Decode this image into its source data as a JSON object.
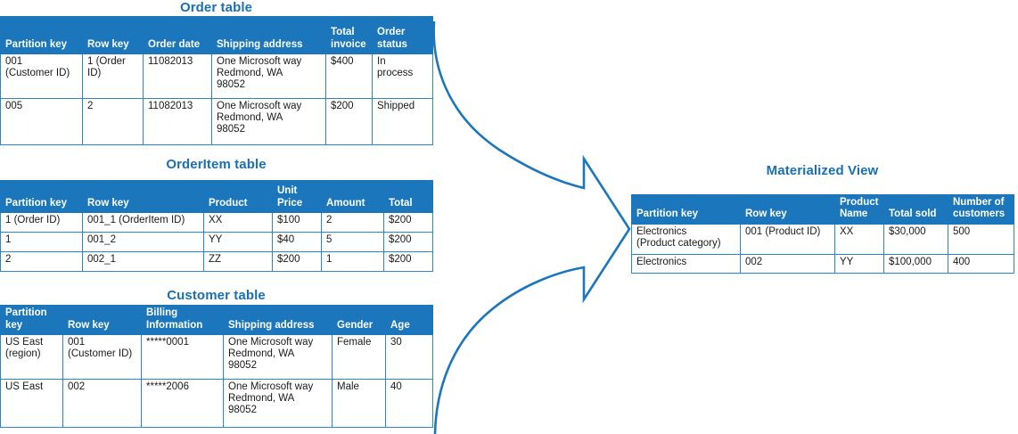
{
  "diagram": {
    "title_color": "#1a6fb5",
    "header_fill": "#1b76bc",
    "border_color": "#2e85c8",
    "arrow_color": "#1b76bc",
    "arrow_name": "curved-fork-arrow"
  },
  "order_table": {
    "title": "Order table",
    "columns": [
      "Partition key",
      "Row key",
      "Order date",
      "Shipping address",
      "Total invoice",
      "Order status"
    ],
    "rows": [
      {
        "partition_key": [
          "001",
          "(Customer ID)"
        ],
        "row_key": [
          "1 (Order ID)"
        ],
        "order_date": [
          "11082013"
        ],
        "shipping_address": [
          "One Microsoft way",
          "Redmond, WA",
          "98052"
        ],
        "total_invoice": [
          "$400"
        ],
        "order_status": [
          "In",
          "process"
        ]
      },
      {
        "partition_key": [
          "005"
        ],
        "row_key": [
          "2"
        ],
        "order_date": [
          "11082013"
        ],
        "shipping_address": [
          "One Microsoft way",
          "Redmond, WA",
          "98052"
        ],
        "total_invoice": [
          "$200"
        ],
        "order_status": [
          "Shipped"
        ]
      }
    ]
  },
  "orderitem_table": {
    "title": "OrderItem table",
    "columns": [
      "Partition key",
      "Row key",
      "Product",
      "Unit Price",
      "Amount",
      "Total"
    ],
    "rows": [
      {
        "partition_key": [
          "1 (Order ID)"
        ],
        "row_key": [
          "001_1 (OrderItem ID)"
        ],
        "product": [
          "XX"
        ],
        "unit_price": [
          "$100"
        ],
        "amount": [
          "2"
        ],
        "total": [
          "$200"
        ]
      },
      {
        "partition_key": [
          "1"
        ],
        "row_key": [
          "001_2"
        ],
        "product": [
          "YY"
        ],
        "unit_price": [
          "$40"
        ],
        "amount": [
          "5"
        ],
        "total": [
          "$200"
        ]
      },
      {
        "partition_key": [
          "2"
        ],
        "row_key": [
          "002_1"
        ],
        "product": [
          "ZZ"
        ],
        "unit_price": [
          "$200"
        ],
        "amount": [
          "1"
        ],
        "total": [
          "$200"
        ]
      }
    ]
  },
  "customer_table": {
    "title": "Customer table",
    "columns": [
      "Partition key",
      "Row key",
      "Billing Information",
      "Shipping address",
      "Gender",
      "Age"
    ],
    "rows": [
      {
        "partition_key": [
          "US East",
          "(region)"
        ],
        "row_key": [
          "001",
          "(Customer ID)"
        ],
        "billing_information": [
          "*****0001"
        ],
        "shipping_address": [
          "One Microsoft way",
          "Redmond, WA",
          "98052"
        ],
        "gender": [
          "Female"
        ],
        "age": [
          "30"
        ]
      },
      {
        "partition_key": [
          "US East"
        ],
        "row_key": [
          "002"
        ],
        "billing_information": [
          "*****2006"
        ],
        "shipping_address": [
          "One Microsoft way",
          "Redmond, WA",
          "98052"
        ],
        "gender": [
          "Male"
        ],
        "age": [
          "40"
        ]
      }
    ]
  },
  "materialized_view": {
    "title": "Materialized View",
    "columns": [
      "Partition key",
      "Row key",
      "Product Name",
      "Total sold",
      "Number of customers"
    ],
    "rows": [
      {
        "partition_key": [
          "Electronics",
          "(Product category)"
        ],
        "row_key": [
          "001 (Product ID)"
        ],
        "product_name": [
          "XX"
        ],
        "total_sold": [
          "$30,000"
        ],
        "number_of_customers": [
          "500"
        ]
      },
      {
        "partition_key": [
          "Electronics"
        ],
        "row_key": [
          "002"
        ],
        "product_name": [
          "YY"
        ],
        "total_sold": [
          "$100,000"
        ],
        "number_of_customers": [
          "400"
        ]
      }
    ]
  }
}
